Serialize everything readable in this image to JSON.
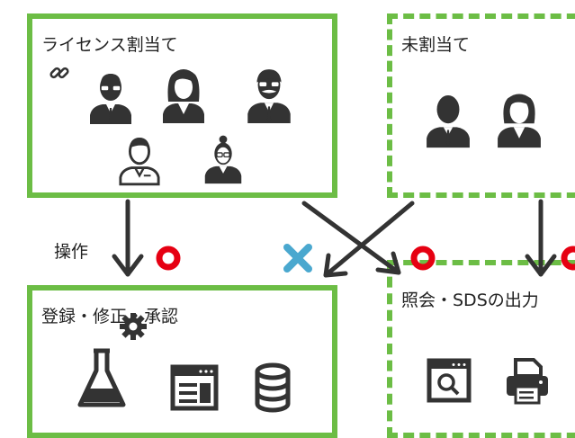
{
  "boxes": {
    "assigned": {
      "title": "ライセンス割当て"
    },
    "unassigned": {
      "title": "未割当て"
    },
    "register": {
      "title": "登録・修正・承認"
    },
    "output": {
      "title": "照会・SDSの出力"
    }
  },
  "operation_label": "操作",
  "marks": {
    "allowed": "circle",
    "denied": "cross"
  },
  "colors": {
    "green": "#6cbd45",
    "red": "#e60012",
    "blue": "#4aa8cf",
    "dark": "#333333"
  }
}
